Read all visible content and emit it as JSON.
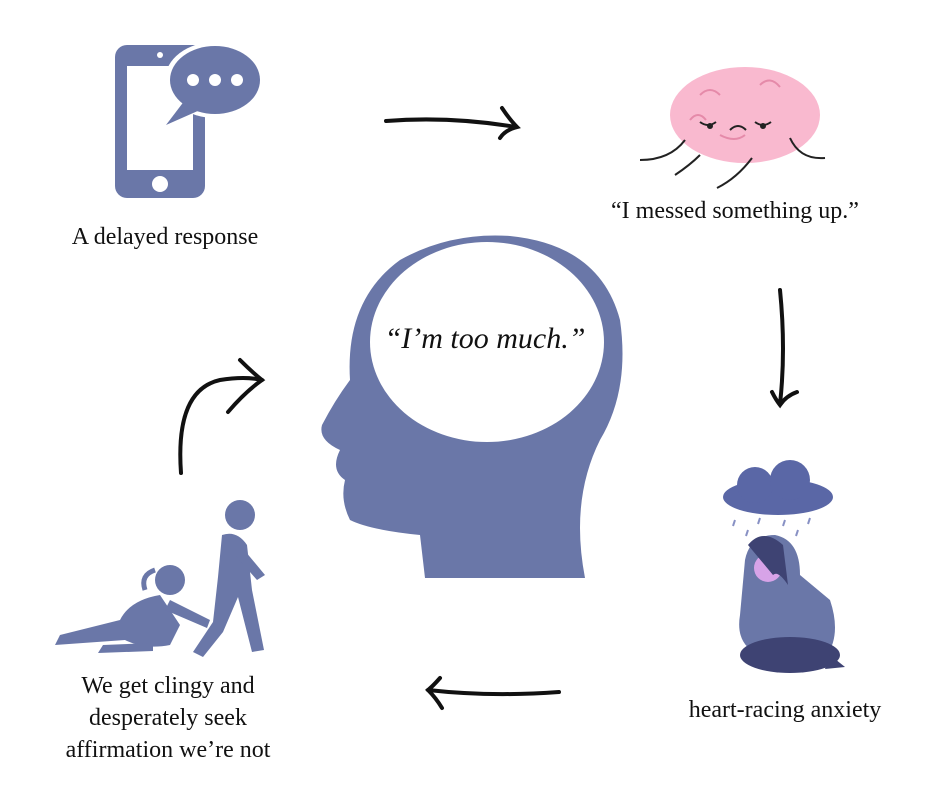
{
  "center": {
    "quote": "“I’m too much.”"
  },
  "steps": [
    {
      "label": "A delayed response",
      "icon": "phone-message-icon"
    },
    {
      "label": "“I messed something up.”",
      "icon": "sad-brain-icon"
    },
    {
      "label": "heart-racing anxiety",
      "icon": "anxious-person-rain-icon"
    },
    {
      "lines": [
        "We get clingy and",
        "desperately seek",
        "affirmation we’re not"
      ],
      "icon": "clingy-figures-icon"
    }
  ],
  "colors": {
    "accent": "#6A77A8",
    "brain": "#F9B9CF",
    "cloud": "#5A67A6",
    "text": "#111111"
  }
}
